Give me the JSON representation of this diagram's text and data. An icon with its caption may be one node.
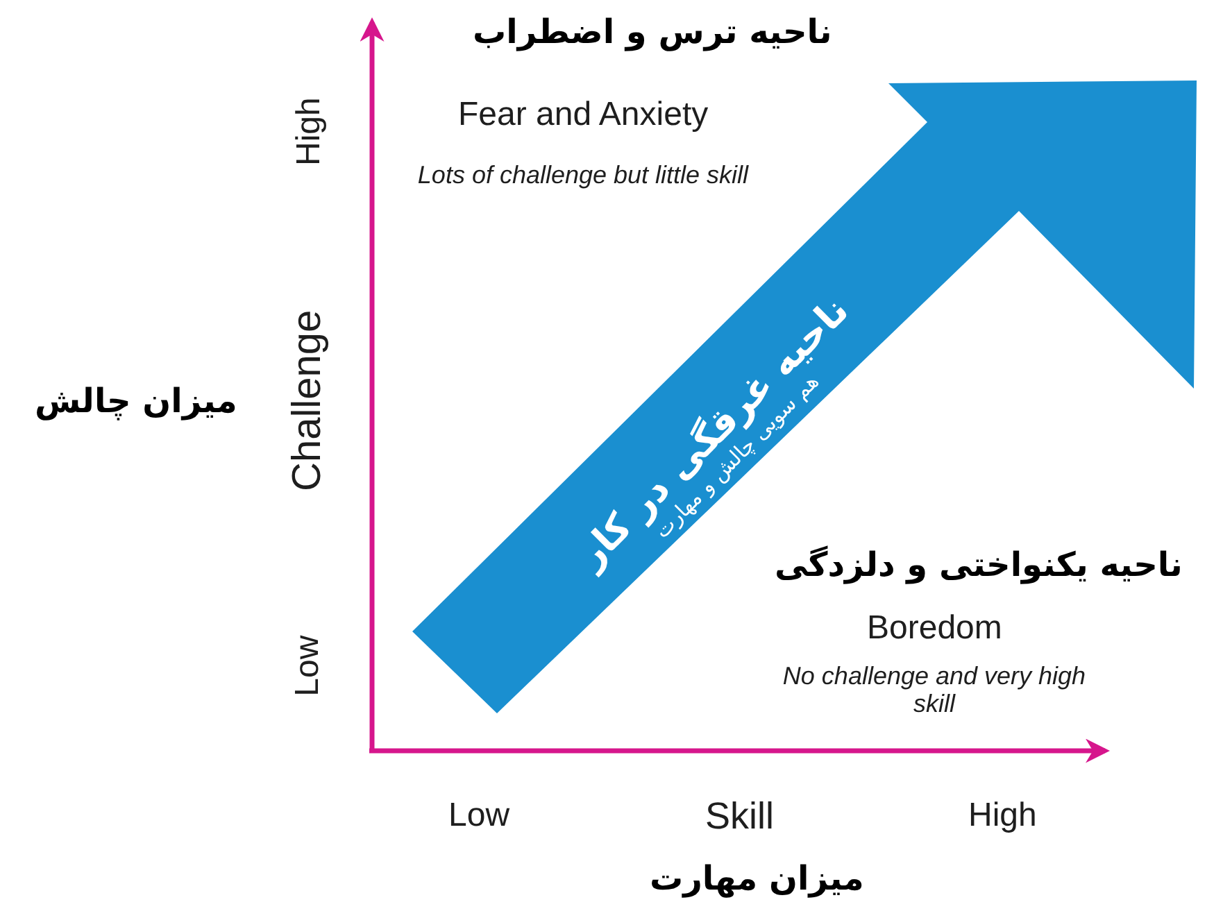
{
  "diagram": {
    "nodes": [
      {
        "text": [
          "ناحیه غرقگی در کار",
          "هم سویی چالش و مهارت"
        ]
      }
    ],
    "labels": [
      "ناحیه ترس و اضطراب",
      "High",
      "Fear and Anxiety",
      "Lots of challenge but little skill",
      "Challenge",
      "میزان چالش",
      "ناحیه یکنواختی و دلزدگی",
      "Boredom",
      "No challenge and very high skill",
      "Low",
      "Low",
      "Skill",
      "High",
      "میزان مهارت"
    ]
  }
}
